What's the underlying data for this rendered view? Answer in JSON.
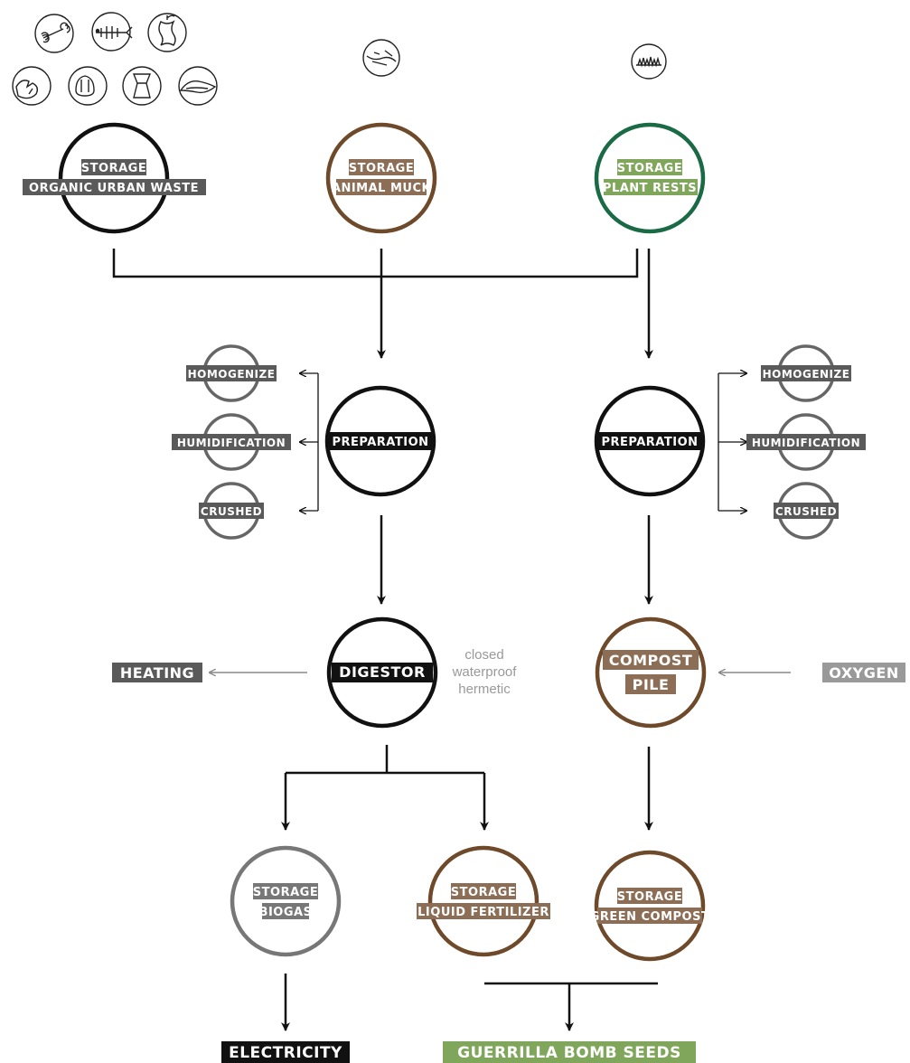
{
  "colors": {
    "black": "#111111",
    "brown": "#6e4a2a",
    "green": "#1a6b45",
    "gray": "#777777",
    "light_gray": "#999999",
    "label_green": "#7fa65a",
    "label_brown": "#8b6e55",
    "label_dark": "#5a5a5a"
  },
  "icons": {
    "urban_waste": [
      "bone-icon",
      "fish-bones-icon",
      "apple-core-icon",
      "eggshell-icon",
      "bread-icon",
      "coffee-grounds-icon",
      "peel-icon"
    ],
    "animal_muck": "manure-icon",
    "plant_rests": "plant-clippings-icon"
  },
  "storage_sources": {
    "urban": {
      "line1": "STORAGE",
      "line2": "ORGANIC URBAN WASTE"
    },
    "muck": {
      "line1": "STORAGE",
      "line2": "ANIMAL MUCK"
    },
    "plant": {
      "line1": "STORAGE",
      "line2": "PLANT RESTS"
    }
  },
  "preparation": {
    "left": "PREPARATION",
    "right": "PREPARATION",
    "steps": [
      "HOMOGENIZE",
      "HUMIDIFICATION",
      "CRUSHED"
    ]
  },
  "digestor": {
    "label": "DIGESTOR",
    "note": [
      "closed",
      "waterproof",
      "hermetic"
    ]
  },
  "compost_pile": {
    "line1": "COMPOST",
    "line2": "PILE"
  },
  "heating": "HEATING",
  "oxygen": "OXYGEN",
  "outputs_storage": {
    "biogas": {
      "line1": "STORAGE",
      "line2": "BIOGAS"
    },
    "liquid": {
      "line1": "STORAGE",
      "line2": "LIQUID FERTILIZER"
    },
    "compost": {
      "line1": "STORAGE",
      "line2": "GREEN COMPOST"
    }
  },
  "electricity": "ELECTRICITY",
  "guerrilla": "GUERRILLA BOMB SEEDS"
}
